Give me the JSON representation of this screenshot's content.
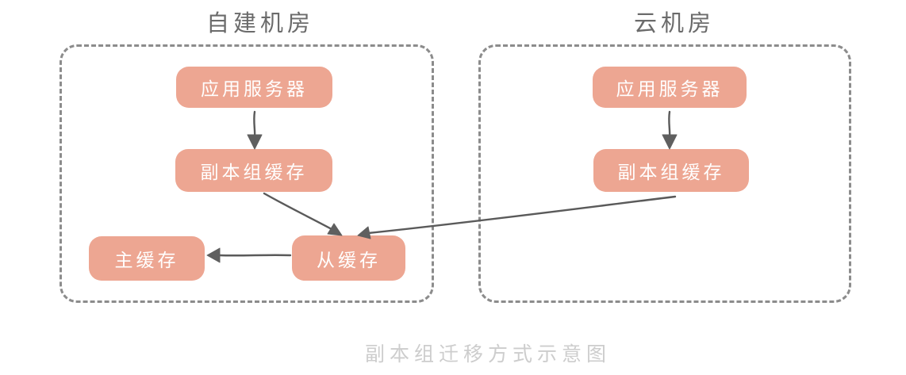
{
  "diagram": {
    "type": "architecture-diagram",
    "caption": "副本组迁移方式示意图",
    "regions": [
      {
        "id": "self-built",
        "title": "自建机房"
      },
      {
        "id": "cloud",
        "title": "云机房"
      }
    ],
    "nodes": {
      "left_app_server": "应用服务器",
      "left_replica_cache": "副本组缓存",
      "left_master_cache": "主缓存",
      "left_slave_cache": "从缓存",
      "right_app_server": "应用服务器",
      "right_replica_cache": "副本组缓存"
    },
    "edges": [
      {
        "from": "left_app_server",
        "to": "left_replica_cache"
      },
      {
        "from": "left_replica_cache",
        "to": "left_slave_cache"
      },
      {
        "from": "left_slave_cache",
        "to": "left_master_cache"
      },
      {
        "from": "right_app_server",
        "to": "right_replica_cache"
      },
      {
        "from": "right_replica_cache",
        "to": "left_slave_cache"
      }
    ],
    "colors": {
      "node_fill": "#eda692",
      "node_text": "#ffffff",
      "region_border": "#8c8c8c",
      "arrow": "#5a5a5a",
      "title_text": "#6b6b6b",
      "caption_text": "#cdcdcd"
    }
  }
}
